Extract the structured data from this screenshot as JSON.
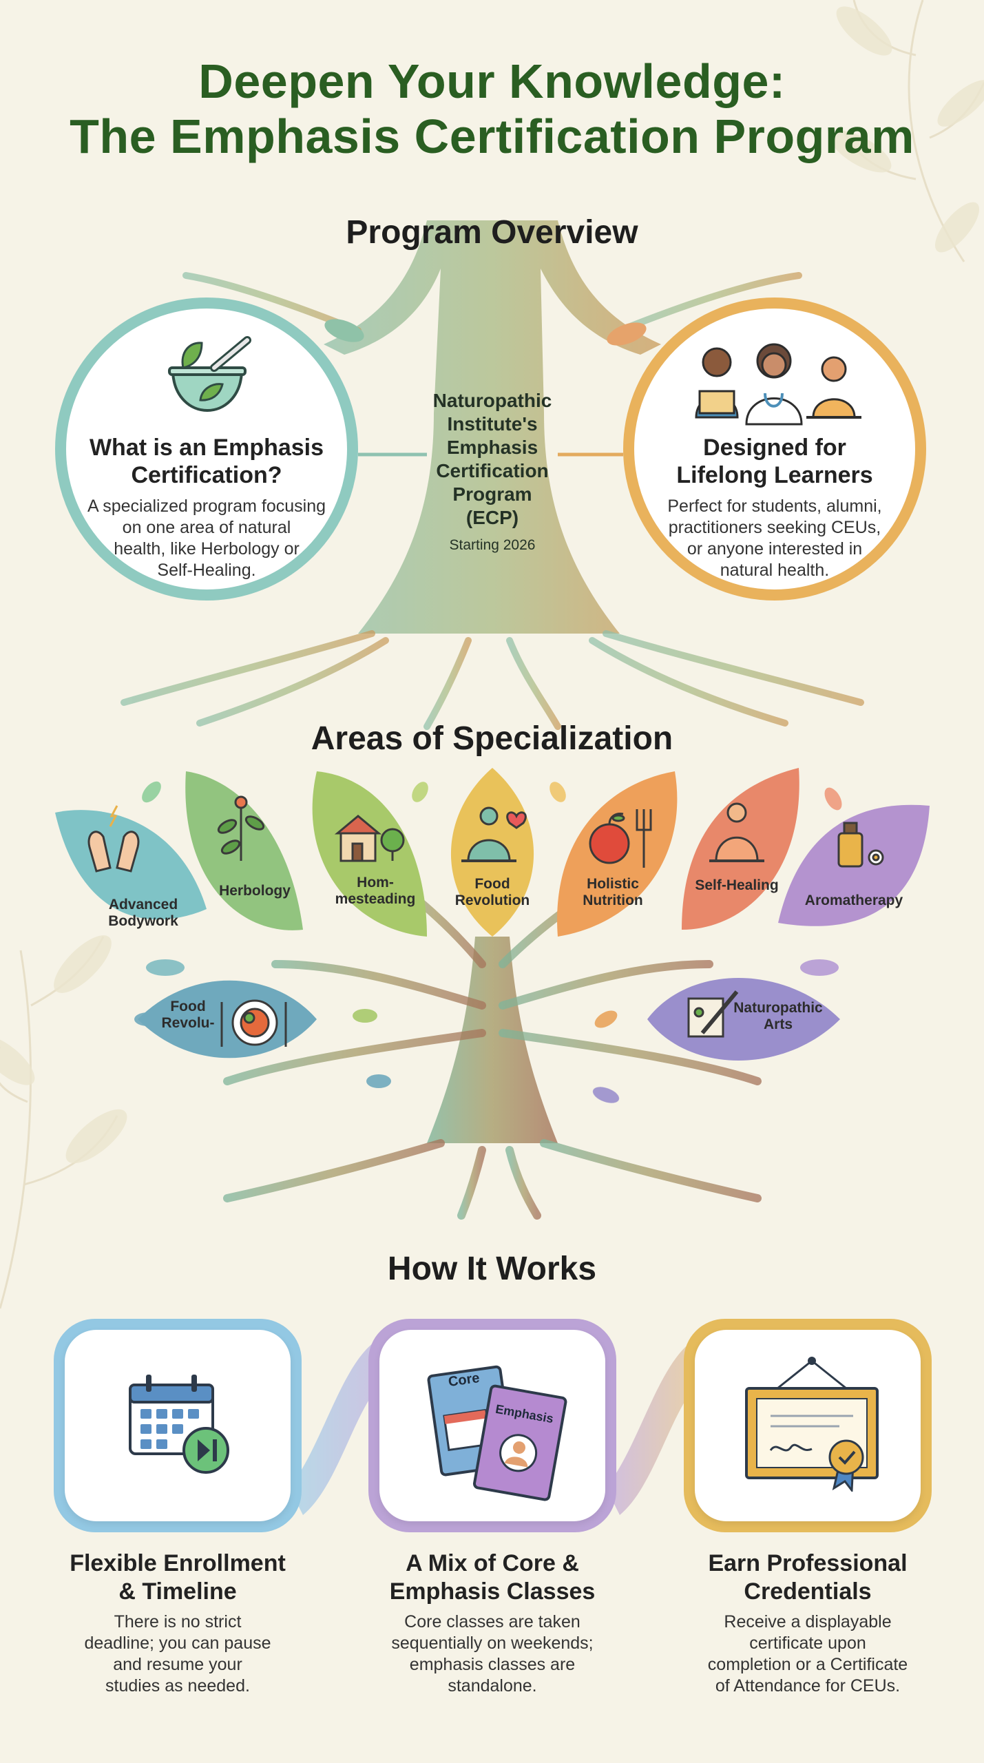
{
  "header": {
    "title_line1": "Deepen Your Knowledge:",
    "title_line2": "The Emphasis Certification Program"
  },
  "overview": {
    "section_title": "Program Overview",
    "left_card": {
      "icon": "mortar-pestle-icon",
      "heading": [
        "What is an Emphasis",
        "Certification?"
      ],
      "body": [
        "A specialized program focusing",
        "on one area of natural",
        "health, like Herbology or",
        "Self-Healing."
      ]
    },
    "center": {
      "lines": [
        "Naturopathic",
        "Institute's",
        "Emphasis",
        "Certification",
        "Program",
        "(ECP)"
      ],
      "starting": "Starting 2026"
    },
    "right_card": {
      "icon": "learners-icon",
      "heading": [
        "Designed for",
        "Lifelong Learners"
      ],
      "body": [
        "Perfect for students, alumni,",
        "practitioners seeking CEUs,",
        "or anyone interested in",
        "natural health."
      ]
    }
  },
  "specialization": {
    "section_title": "Areas of Specialization",
    "leaves": [
      {
        "lines": [
          "Advanced",
          "Bodywork"
        ],
        "icon": "hands-icon",
        "color": "#7fc3c6"
      },
      {
        "lines": [
          "Herbology"
        ],
        "icon": "herb-plant-icon",
        "color": "#92c47f"
      },
      {
        "lines": [
          "Hom-",
          "mesteading"
        ],
        "icon": "house-icon",
        "color": "#a8c96a"
      },
      {
        "lines": [
          "Food",
          "Revolution"
        ],
        "icon": "meditation-icon",
        "color": "#e9c25a"
      },
      {
        "lines": [
          "Holistic",
          "Nutrition"
        ],
        "icon": "apple-fork-icon",
        "color": "#eea05a"
      },
      {
        "lines": [
          "Self-Healing"
        ],
        "icon": "yoga-icon",
        "color": "#e8886a"
      },
      {
        "lines": [
          "Aromatherapy"
        ],
        "icon": "oil-bottle-icon",
        "color": "#b493cf"
      },
      {
        "lines": [
          "Food",
          "Revolu-"
        ],
        "icon": "plate-icon",
        "color": "#6fa9bd"
      },
      {
        "lines": [
          "Naturopathic",
          "Arts"
        ],
        "icon": "paintbrush-icon",
        "color": "#9a8fcc"
      }
    ]
  },
  "how_it_works": {
    "section_title": "How It Works",
    "steps": [
      {
        "icon": "calendar-play-icon",
        "heading": [
          "Flexible Enrollment",
          "& Timeline"
        ],
        "body": [
          "There is no strict",
          "deadline; you can pause",
          "and resume your",
          "studies as needed."
        ],
        "color": "#8cc4e0"
      },
      {
        "icon": "books-icon",
        "book_labels": [
          "Core",
          "Emphasis"
        ],
        "heading": [
          "A Mix of Core &",
          "Emphasis Classes"
        ],
        "body": [
          "Core classes are taken",
          "sequentially on weekends;",
          "emphasis classes are",
          "standalone."
        ],
        "color": "#b89fd3"
      },
      {
        "icon": "certificate-icon",
        "heading": [
          "Earn Professional",
          "Credentials"
        ],
        "body": [
          "Receive a displayable",
          "certificate upon",
          "completion or a Certificate",
          "of Attendance for CEUs."
        ],
        "color": "#e2b657"
      }
    ]
  }
}
